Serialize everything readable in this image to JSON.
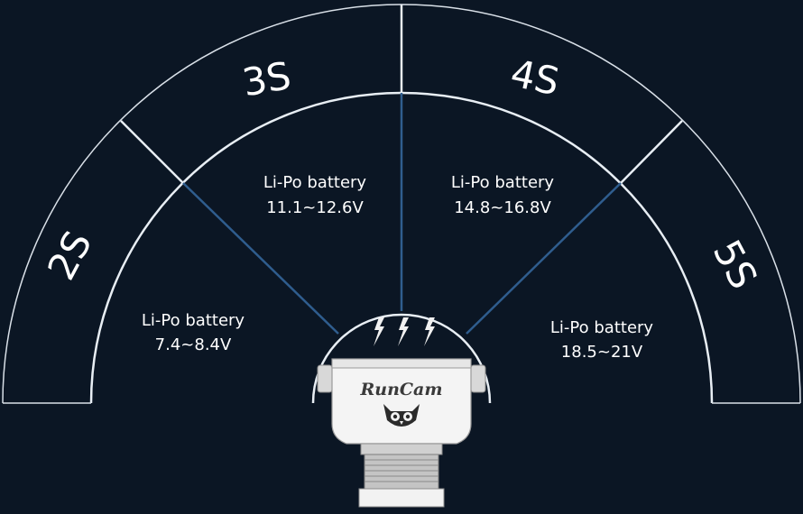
{
  "colors": {
    "background": "#0b1624",
    "outline": "#e8eef4",
    "divider_blue": "#2f5d8e",
    "text": "#ffffff"
  },
  "segments": [
    {
      "cells": "2S",
      "battery": "Li-Po battery",
      "voltage": "7.4~8.4V"
    },
    {
      "cells": "3S",
      "battery": "Li-Po battery",
      "voltage": "11.1~12.6V"
    },
    {
      "cells": "4S",
      "battery": "Li-Po battery",
      "voltage": "14.8~16.8V"
    },
    {
      "cells": "5S",
      "battery": "Li-Po battery",
      "voltage": "18.5~21V"
    }
  ],
  "camera": {
    "brand": "RunCam",
    "icons": [
      "lightning-bolt-icon",
      "lightning-bolt-icon",
      "lightning-bolt-icon",
      "owl-logo-icon"
    ]
  }
}
